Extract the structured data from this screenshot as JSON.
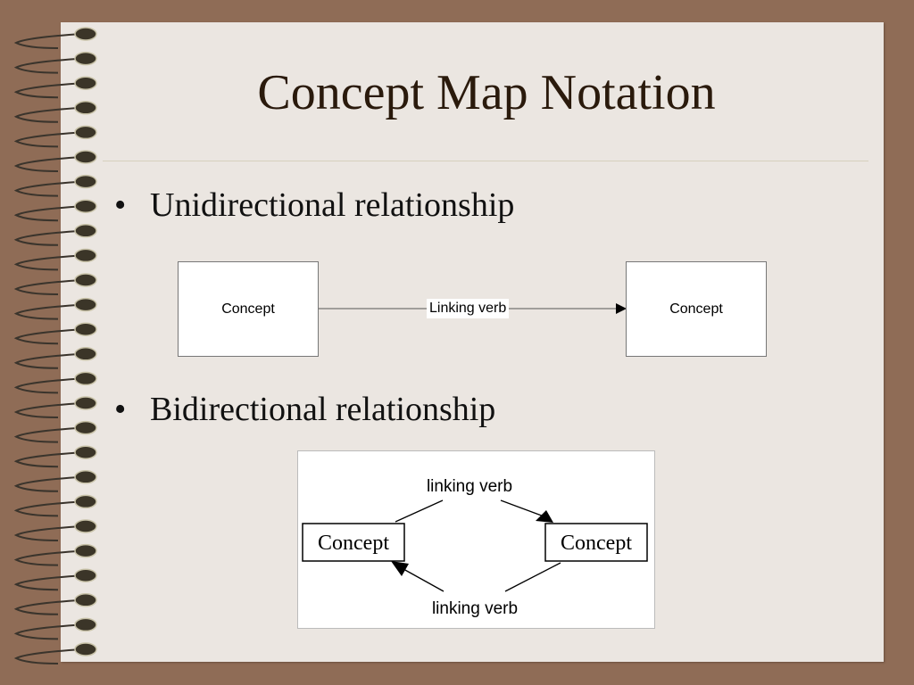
{
  "slide": {
    "title": "Concept Map Notation",
    "bullets": [
      {
        "text": "Unidirectional relationship"
      },
      {
        "text": "Bidirectional relationship"
      }
    ],
    "uni_diagram": {
      "left_concept": "Concept",
      "link_label": "Linking verb",
      "right_concept": "Concept"
    },
    "bi_diagram": {
      "left_concept": "Concept",
      "right_concept": "Concept",
      "top_label": "linking verb",
      "bottom_label": "linking verb"
    }
  },
  "colors": {
    "background": "#8f6c56",
    "paper": "#ebe6e1",
    "title": "#2a1a0c"
  }
}
